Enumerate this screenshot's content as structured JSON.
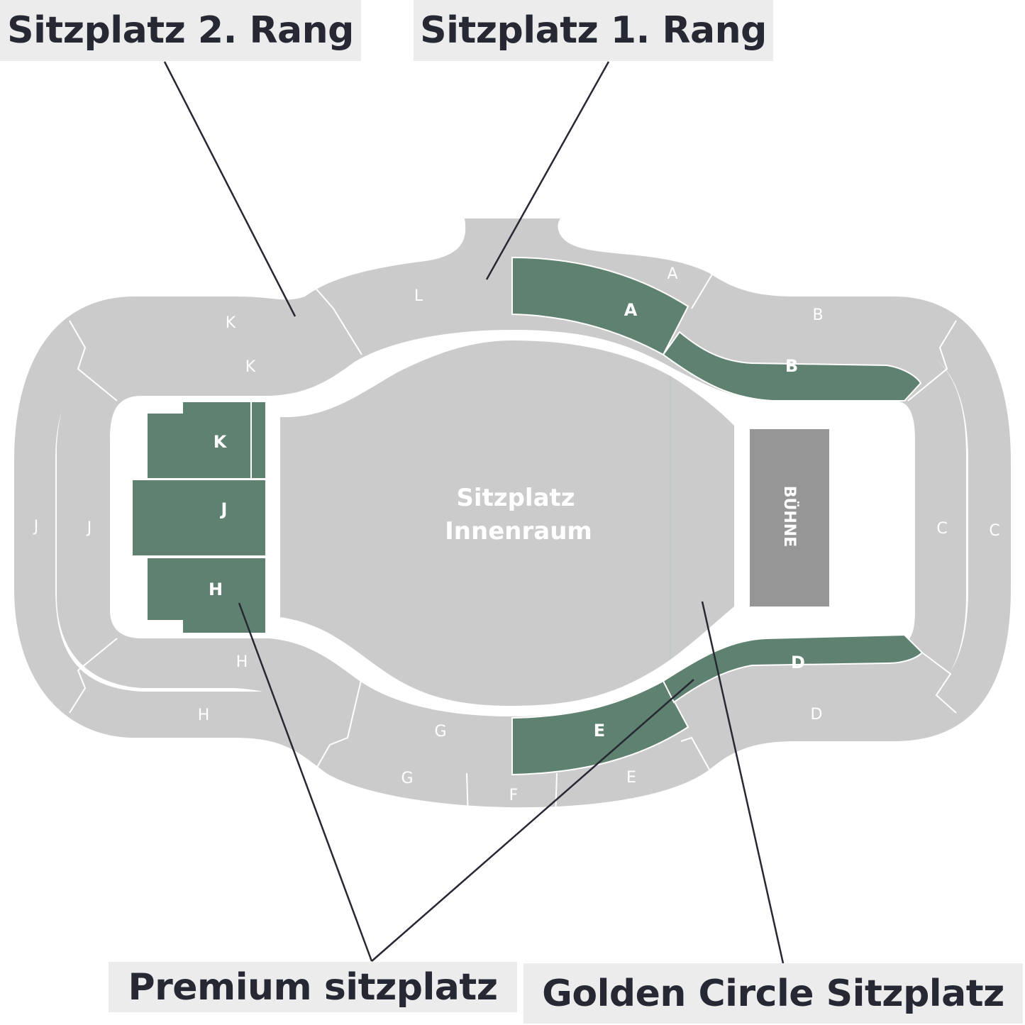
{
  "callouts": {
    "rang2": "Sitzplatz 2. Rang",
    "rang1": "Sitzplatz 1. Rang",
    "premium": "Premium sitzplatz",
    "golden": "Golden Circle Sitzplatz"
  },
  "floor": {
    "line1": "Sitzplatz",
    "line2": "Innenraum"
  },
  "stage": {
    "label": "BÜHNE"
  },
  "sections": {
    "outer": {
      "L": "L",
      "A": "A",
      "K": "K",
      "B": "B",
      "J": "J",
      "C": "C",
      "H": "H",
      "D": "D",
      "G": "G",
      "F": "F",
      "E": "E"
    },
    "inner": {
      "L": "L",
      "A": "A",
      "K": "K",
      "B": "B",
      "J": "J",
      "C": "C",
      "H": "H",
      "D": "D",
      "G": "G",
      "E": "E"
    },
    "premium": {
      "K": "K",
      "J": "J",
      "H": "H"
    }
  },
  "colors": {
    "seat_gray": "#cbcbcb",
    "premium_green": "#5f8170",
    "stage_gray": "#969696",
    "callout_bg": "#ececec",
    "text_dark": "#262833"
  }
}
